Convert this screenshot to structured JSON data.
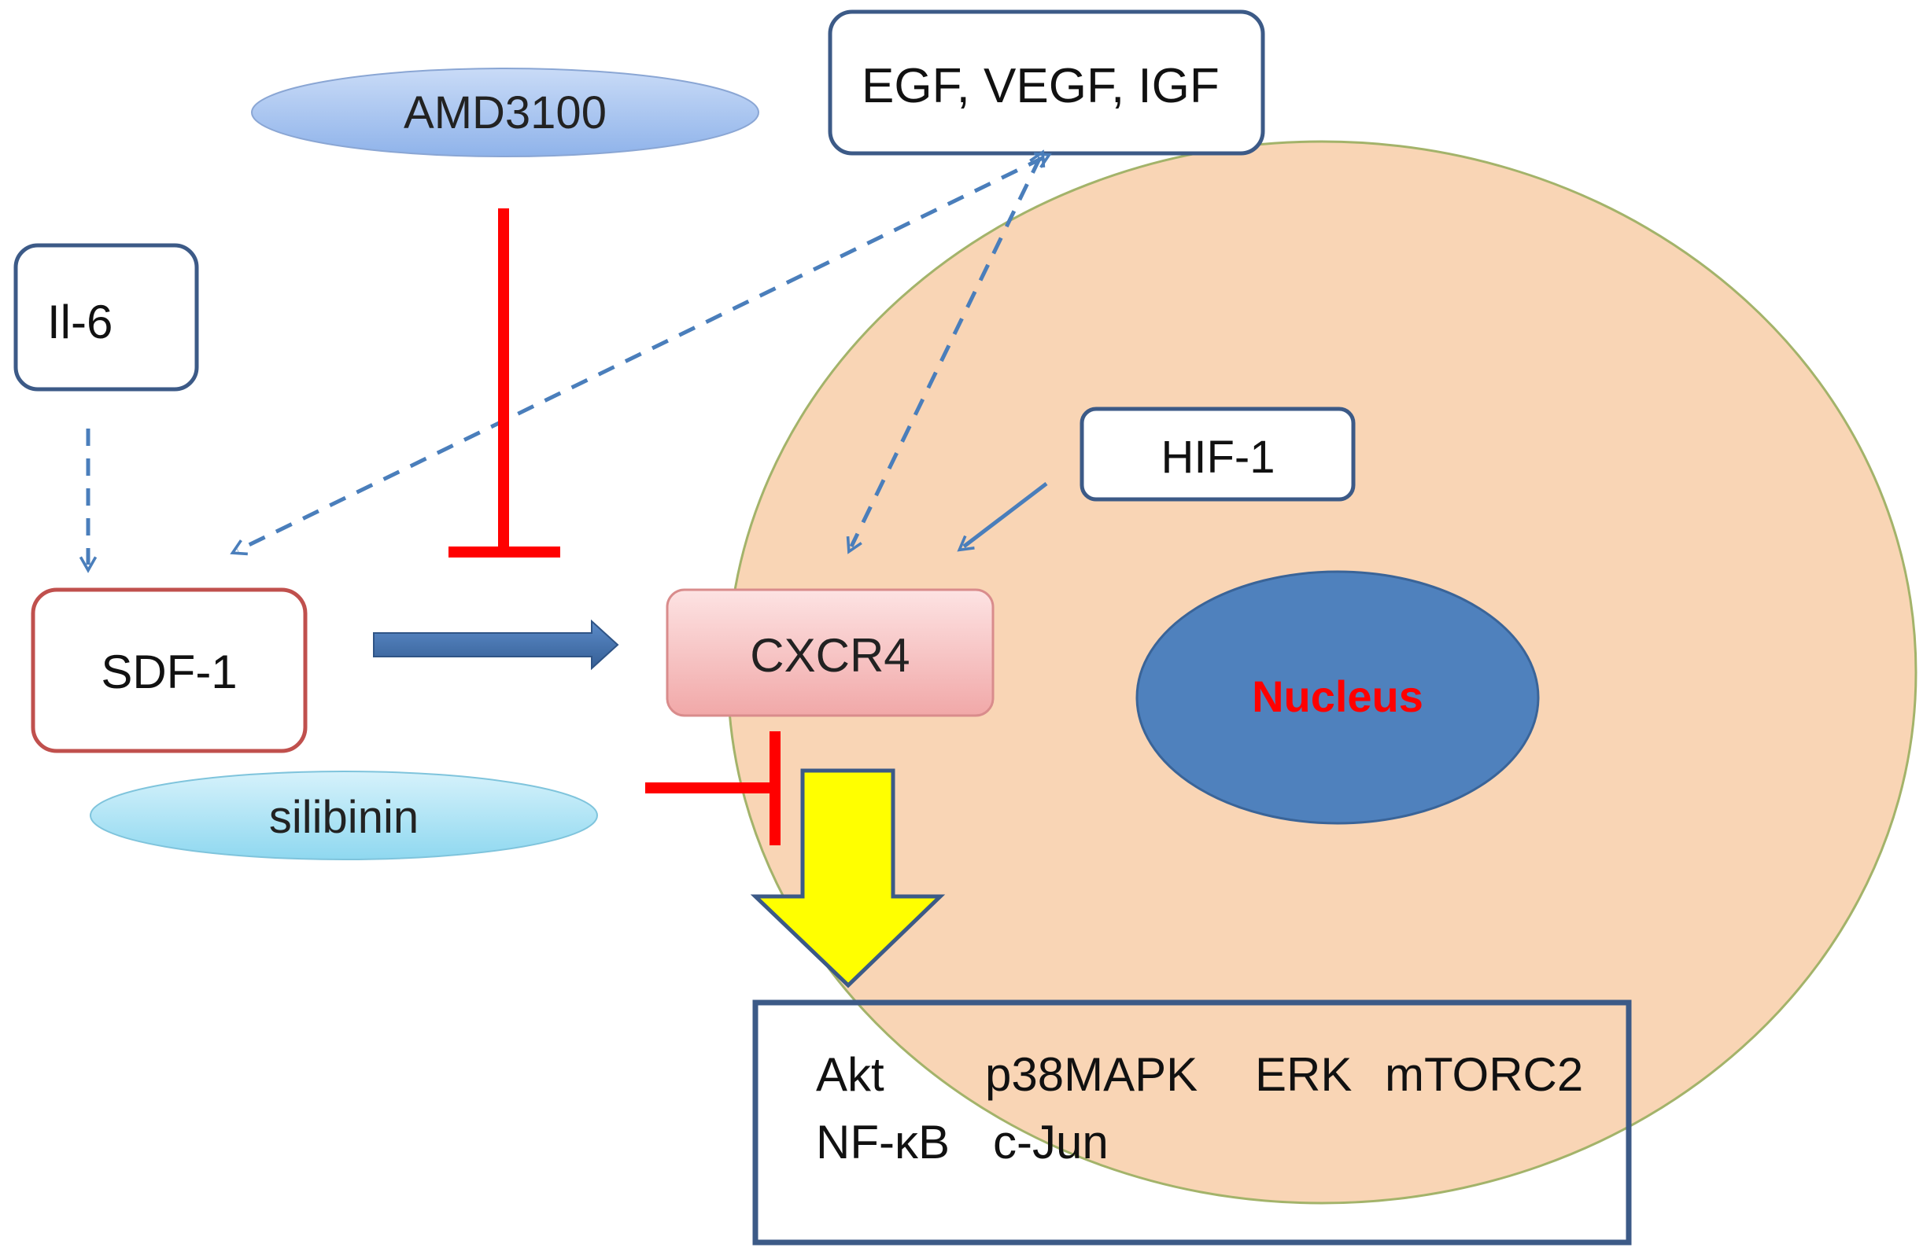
{
  "nodes": {
    "amd3100": "AMD3100",
    "growth_factors": "EGF, VEGF, IGF",
    "il6": "Il-6",
    "hif1": "HIF-1",
    "sdf1": "SDF-1",
    "cxcr4": "CXCR4",
    "nucleus": "Nucleus",
    "silibinin": "silibinin"
  },
  "downstream": {
    "line1": [
      "Akt",
      "p38MAPK",
      "ERK",
      "mTORC2"
    ],
    "line2": [
      "NF-κB",
      "c-Jun"
    ]
  },
  "colors": {
    "cell_fill": "#f9d5b5",
    "cell_outline": "#a3b36a",
    "node_border": "#3c5a87",
    "sdf1_border": "#c0504d",
    "dashed_arrow": "#4a7ebb",
    "inhibition": "#ff0000",
    "nucleus_fill": "#4f81bd",
    "nucleus_text": "#ff0000",
    "downstream_arrow": "#ffff00"
  }
}
